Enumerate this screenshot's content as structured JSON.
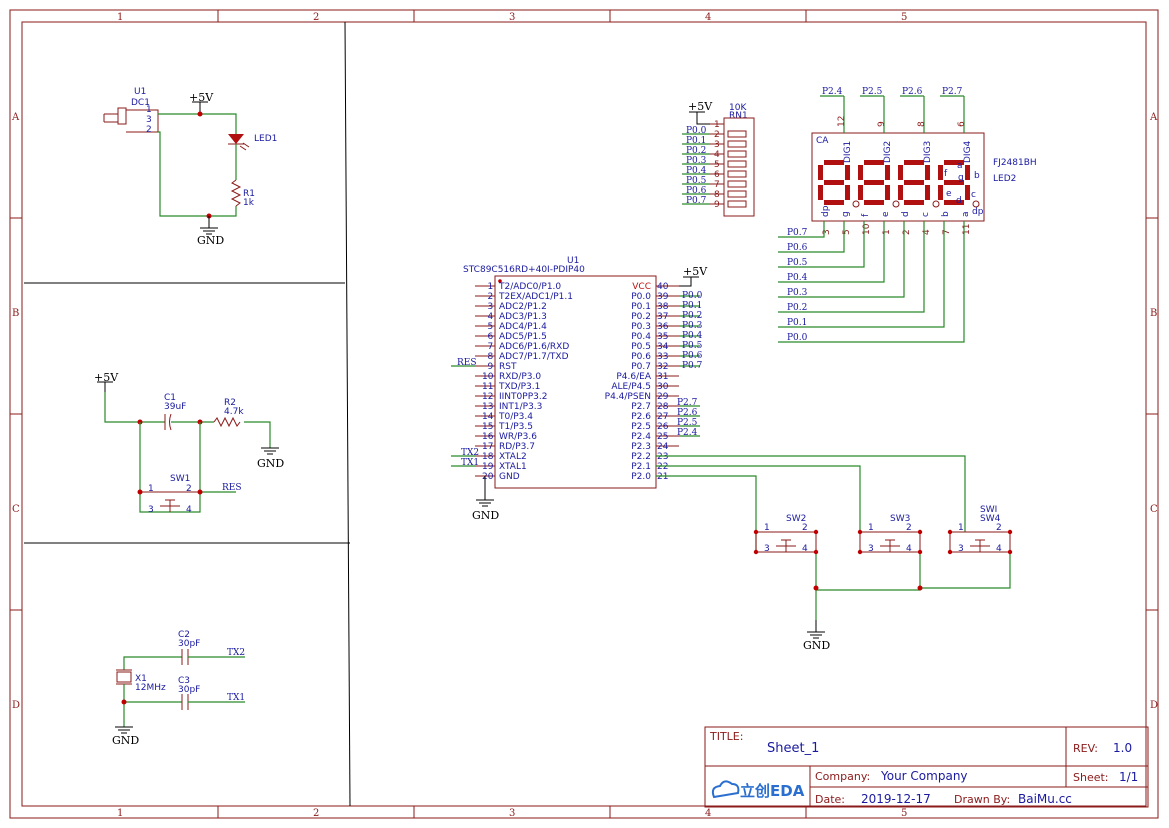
{
  "frame": {
    "cols": [
      "1",
      "2",
      "3",
      "4",
      "5"
    ],
    "rows": [
      "A",
      "B",
      "C",
      "D"
    ]
  },
  "power": {
    "vcc": "+5V",
    "gnd": "GND"
  },
  "nets": {
    "p0": [
      "P0.0",
      "P0.1",
      "P0.2",
      "P0.3",
      "P0.4",
      "P0.5",
      "P0.6",
      "P0.7"
    ],
    "p2": [
      "P2.7",
      "P2.6",
      "P2.5",
      "P2.4"
    ],
    "res": "RES",
    "tx1": "TX1",
    "tx2": "TX2"
  },
  "dc": {
    "ref": "U1",
    "val": "DC1",
    "pins": [
      "1",
      "3",
      "2"
    ]
  },
  "led1": {
    "ref": "LED1"
  },
  "r1": {
    "ref": "R1",
    "val": "1k"
  },
  "c1": {
    "ref": "C1",
    "val": "39uF"
  },
  "r2": {
    "ref": "R2",
    "val": "4.7k"
  },
  "sw1": {
    "ref": "SW1",
    "pins": [
      "1",
      "2",
      "3",
      "4"
    ]
  },
  "c2": {
    "ref": "C2",
    "val": "30pF"
  },
  "c3": {
    "ref": "C3",
    "val": "30pF"
  },
  "x1": {
    "ref": "X1",
    "val": "12MHz"
  },
  "rn1": {
    "ref": "RN1",
    "val": "10K",
    "pins": [
      "1",
      "2",
      "3",
      "4",
      "5",
      "6",
      "7",
      "8",
      "9"
    ]
  },
  "mcu": {
    "ref": "U1",
    "val": "STC89C516RD+40I-PDIP40",
    "left": [
      {
        "n": "1",
        "name": "T2/ADC0/P1.0"
      },
      {
        "n": "2",
        "name": "T2EX/ADC1/P1.1"
      },
      {
        "n": "3",
        "name": "ADC2/P1.2"
      },
      {
        "n": "4",
        "name": "ADC3/P1.3"
      },
      {
        "n": "5",
        "name": "ADC4/P1.4"
      },
      {
        "n": "6",
        "name": "ADC5/P1.5"
      },
      {
        "n": "7",
        "name": "ADC6/P1.6/RXD"
      },
      {
        "n": "8",
        "name": "ADC7/P1.7/TXD"
      },
      {
        "n": "9",
        "name": "RST"
      },
      {
        "n": "10",
        "name": "RXD/P3.0"
      },
      {
        "n": "11",
        "name": "TXD/P3.1"
      },
      {
        "n": "12",
        "name": "IINT0PP3.2"
      },
      {
        "n": "13",
        "name": "INT1/P3.3"
      },
      {
        "n": "14",
        "name": "T0/P3.4"
      },
      {
        "n": "15",
        "name": "T1/P3.5"
      },
      {
        "n": "16",
        "name": "WR/P3.6"
      },
      {
        "n": "17",
        "name": "RD/P3.7"
      },
      {
        "n": "18",
        "name": "XTAL2"
      },
      {
        "n": "19",
        "name": "XTAL1"
      },
      {
        "n": "20",
        "name": "GND"
      }
    ],
    "right": [
      {
        "n": "40",
        "name": "VCC"
      },
      {
        "n": "39",
        "name": "P0.0"
      },
      {
        "n": "38",
        "name": "P0.1"
      },
      {
        "n": "37",
        "name": "P0.2"
      },
      {
        "n": "36",
        "name": "P0.3"
      },
      {
        "n": "35",
        "name": "P0.4"
      },
      {
        "n": "34",
        "name": "P0.5"
      },
      {
        "n": "33",
        "name": "P0.6"
      },
      {
        "n": "32",
        "name": "P0.7"
      },
      {
        "n": "31",
        "name": "P4.6/EA"
      },
      {
        "n": "30",
        "name": "ALE/P4.5"
      },
      {
        "n": "29",
        "name": "P4.4/PSEN"
      },
      {
        "n": "28",
        "name": "P2.7"
      },
      {
        "n": "27",
        "name": "P2.6"
      },
      {
        "n": "26",
        "name": "P2.5"
      },
      {
        "n": "25",
        "name": "P2.4"
      },
      {
        "n": "24",
        "name": "P2.3"
      },
      {
        "n": "23",
        "name": "P2.2"
      },
      {
        "n": "22",
        "name": "P2.1"
      },
      {
        "n": "21",
        "name": "P2.0"
      }
    ],
    "right_nets": [
      "P0.0",
      "P0.1",
      "P0.2",
      "P0.3",
      "P0.4",
      "P0.5",
      "P0.6",
      "P0.7"
    ],
    "p2_nets": [
      "P2.7",
      "P2.6",
      "P2.5",
      "P2.4"
    ]
  },
  "disp": {
    "ref": "LED2",
    "val": "FJ2481BH",
    "type": "CA",
    "digits": [
      "DIG1",
      "DIG2",
      "DIG3",
      "DIG4"
    ],
    "top_pins": [
      "12",
      "9",
      "8",
      "6"
    ],
    "top_nets": [
      "P2.4",
      "P2.5",
      "P2.6",
      "P2.7"
    ],
    "bot_labels": [
      "dp",
      "g",
      "f",
      "e",
      "d",
      "c",
      "b",
      "a"
    ],
    "bot_pins": [
      "3",
      "5",
      "10",
      "1",
      "2",
      "4",
      "7",
      "11"
    ],
    "bot_nets": [
      "P0.7",
      "P0.6",
      "P0.5",
      "P0.4",
      "P0.3",
      "P0.2",
      "P0.1",
      "P0.0"
    ],
    "seg_letters": [
      "f",
      "a",
      "g",
      "b",
      "e",
      "c",
      "d",
      "dp"
    ]
  },
  "sw2": {
    "ref": "SW2"
  },
  "sw3": {
    "ref": "SW3"
  },
  "sw4": {
    "ref": "SW4",
    "alt": "SWI"
  },
  "tblock": {
    "title_label": "TITLE:",
    "title": "Sheet_1",
    "rev_label": "REV:",
    "rev": "1.0",
    "company_label": "Company:",
    "company": "Your Company",
    "sheet_label": "Sheet:",
    "sheet": "1/1",
    "date_label": "Date:",
    "date": "2019-12-17",
    "drawn_label": "Drawn By:",
    "drawn": "BaiMu.cc",
    "logo": "立创EDA"
  }
}
